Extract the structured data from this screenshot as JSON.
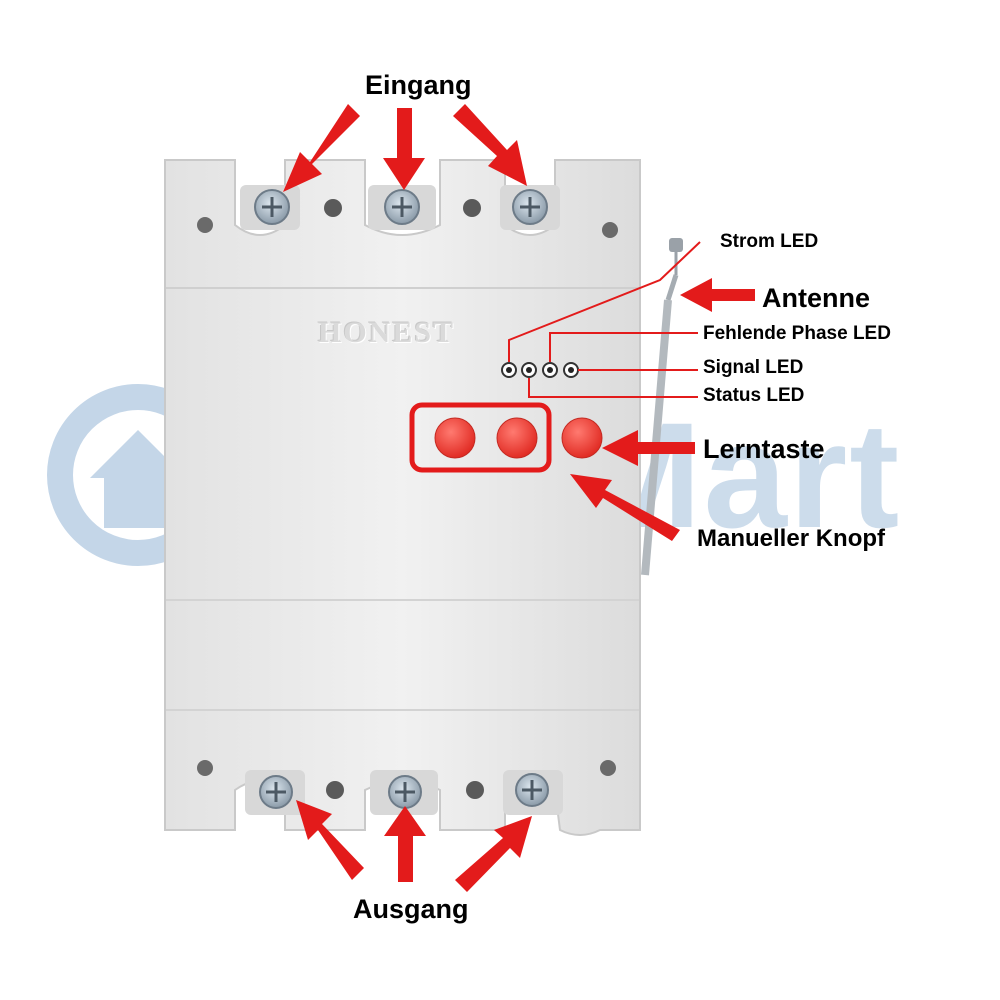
{
  "watermark": {
    "brand": "CaryMart",
    "icon": "house-logo-icon"
  },
  "device": {
    "maker": "HONEST"
  },
  "labels": {
    "input": "Eingang",
    "output": "Ausgang",
    "power_led": "Strom LED",
    "antenna": "Antenne",
    "missing_phase_led": "Fehlende Phase LED",
    "signal_led": "Signal LED",
    "status_led": "Status LED",
    "learn_button": "Lerntaste",
    "manual_button": "Manueller Knopf"
  },
  "colors": {
    "arrow": "#e31b1b",
    "button": "#ef3b3b",
    "housing": "#efefef",
    "watermark": "#c4d6e8"
  }
}
